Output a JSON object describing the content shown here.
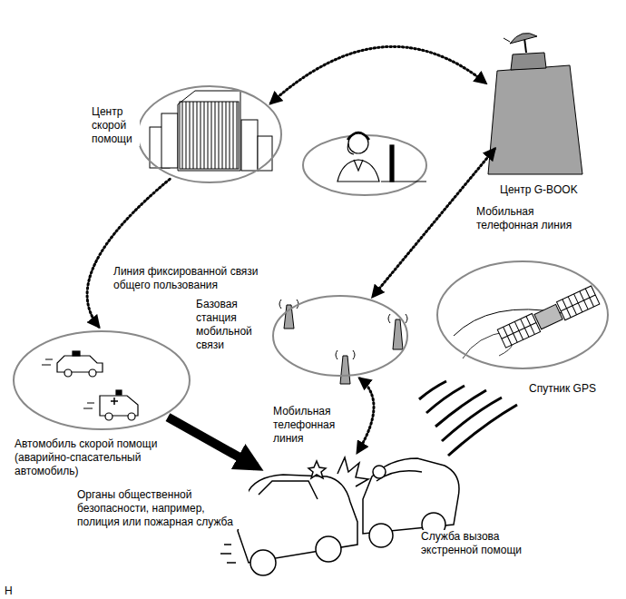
{
  "diagram": {
    "nodes": [
      {
        "text": [
          "Центр скорой помощи"
        ]
      },
      {
        "text": [
          "Центр G-BOOK"
        ]
      },
      {
        "text": [
          "Базовая станция мобильной связи"
        ]
      },
      {
        "text": [
          "Спутник GPS"
        ]
      },
      {
        "text": [
          "Автомобиль скорой помощи (аварийно-спасательный автомобиль)"
        ]
      },
      {
        "text": [
          "Служба вызова экстренной помощи"
        ]
      }
    ],
    "edges": [
      {
        "from": 0,
        "to": 1,
        "arrow": "both"
      },
      {
        "from": 0,
        "to": 4,
        "label": "Линия фиксированной связи общего пользования",
        "arrow": "to"
      },
      {
        "from": 1,
        "to": 2,
        "label": "Мобильная телефонная линия",
        "arrow": "both"
      },
      {
        "from": 2,
        "to": 5,
        "label": "Мобильная телефонная линия",
        "arrow": "both"
      },
      {
        "from": 4,
        "to": 5,
        "arrow": "to"
      }
    ],
    "labels": [
      "Органы общественной безопасности, например, полиция или пожарная служба",
      "H"
    ]
  }
}
